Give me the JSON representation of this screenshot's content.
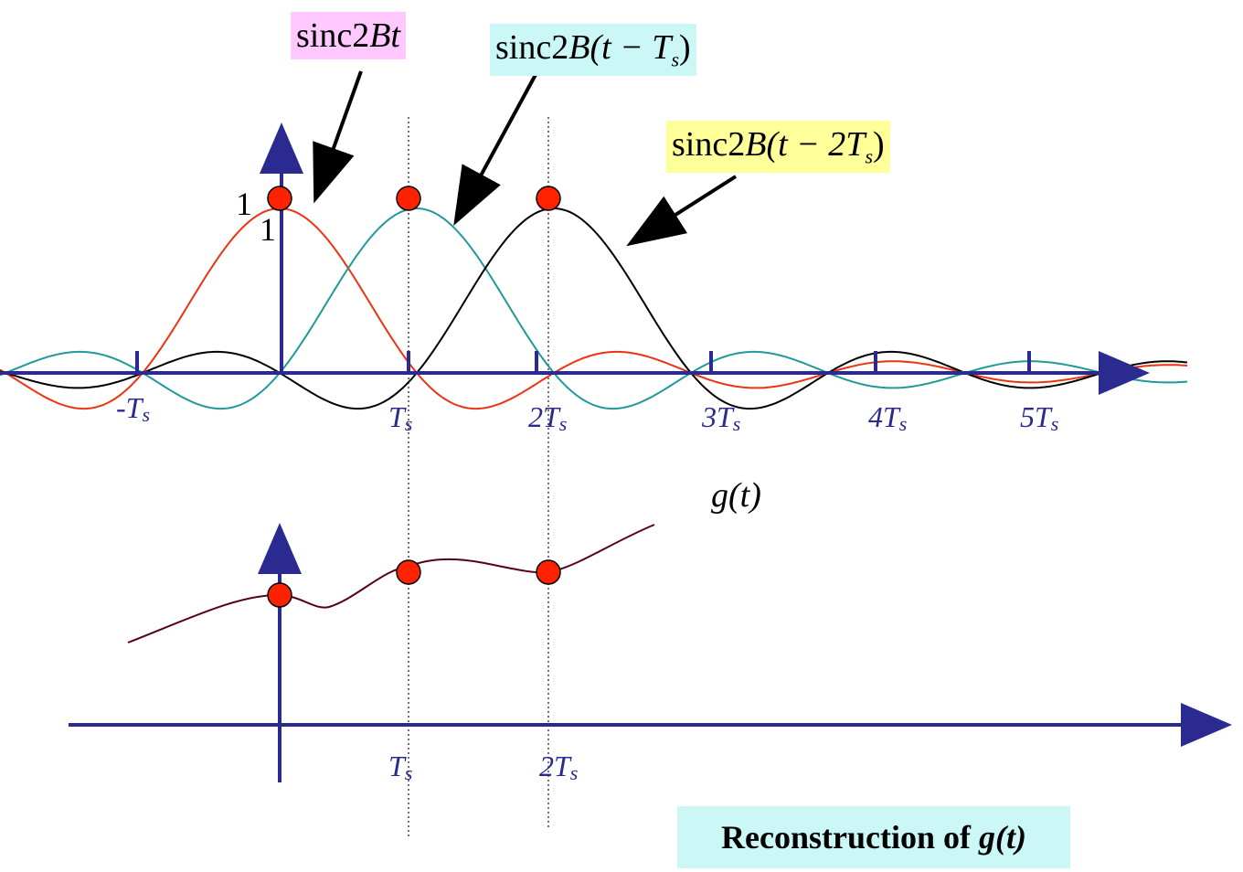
{
  "labels": {
    "sinc0": "sinc2Bt",
    "sinc0_prefix": "sinc2",
    "sinc0_var": "Bt",
    "sinc1_prefix": "sinc2",
    "sinc1_B": "B",
    "sinc1_arg": "(t − T",
    "sinc1_sub": "s",
    "sinc1_close": ")",
    "sinc2_prefix": "sinc2",
    "sinc2_B": "B",
    "sinc2_arg": "(t − 2T",
    "sinc2_sub": "s",
    "sinc2_close": ")",
    "one_a": "1",
    "one_b": "1",
    "g_t": "g(t)",
    "caption_text": "Reconstruction of ",
    "caption_var": "g(t)"
  },
  "ticks_top": [
    {
      "pre": "-T",
      "sub": "s"
    },
    {
      "pre": "T",
      "sub": "s"
    },
    {
      "pre": "2T",
      "sub": "s"
    },
    {
      "pre": "3T",
      "sub": "s"
    },
    {
      "pre": "4T",
      "sub": "s"
    },
    {
      "pre": "5T",
      "sub": "s"
    }
  ],
  "ticks_bottom": [
    {
      "pre": "T",
      "sub": "s"
    },
    {
      "pre": "2T",
      "sub": "s"
    }
  ],
  "colors": {
    "axis": "#2a2a90",
    "sinc0": "#ee3311",
    "sinc1": "#229999",
    "sinc2": "#000000",
    "sample": "#ff2200",
    "recon": "#550022",
    "box0": "#ffc8ff",
    "box1": "#ccf7f7",
    "box2": "#ffff99"
  }
}
